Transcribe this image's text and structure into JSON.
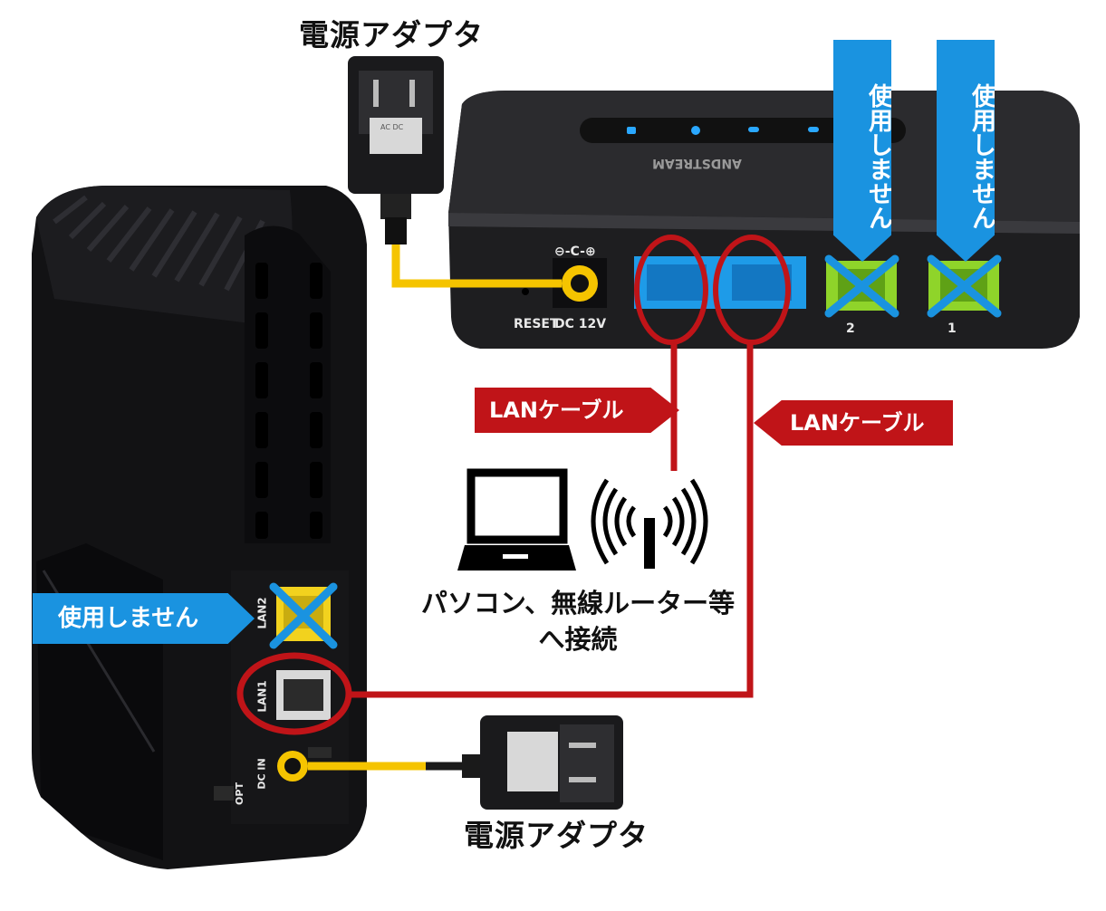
{
  "labels": {
    "power_adapter_top": "電源アダプタ",
    "power_adapter_bottom": "電源アダプタ",
    "lan_cable_left": "LANケーブル",
    "lan_cable_right": "LANケーブル",
    "unused_port1": "使用しません",
    "unused_port2": "使用しません",
    "unused_lan2": "使用しません",
    "connect_note": "パソコン、無線ルーター等へ接続"
  },
  "device_markings": {
    "reset": "RESET",
    "dc": "DC 12V",
    "brand": "ANDSTREAM",
    "lan1": "LAN1",
    "lan2": "LAN2",
    "dc_in": "DC IN",
    "opt": "OPT",
    "port_2": "2",
    "port_1": "1",
    "adapter_text": "AC DC"
  },
  "colors": {
    "power_cable": "#f5c400",
    "lan_cable": "#c01418",
    "callout_blue": "#1a93e0",
    "lan_port_blue": "#1e9be8",
    "phone_port_green": "#8fd42a",
    "lan2_port_yellow": "#f2d21e",
    "device_body": "#1e1e20"
  }
}
